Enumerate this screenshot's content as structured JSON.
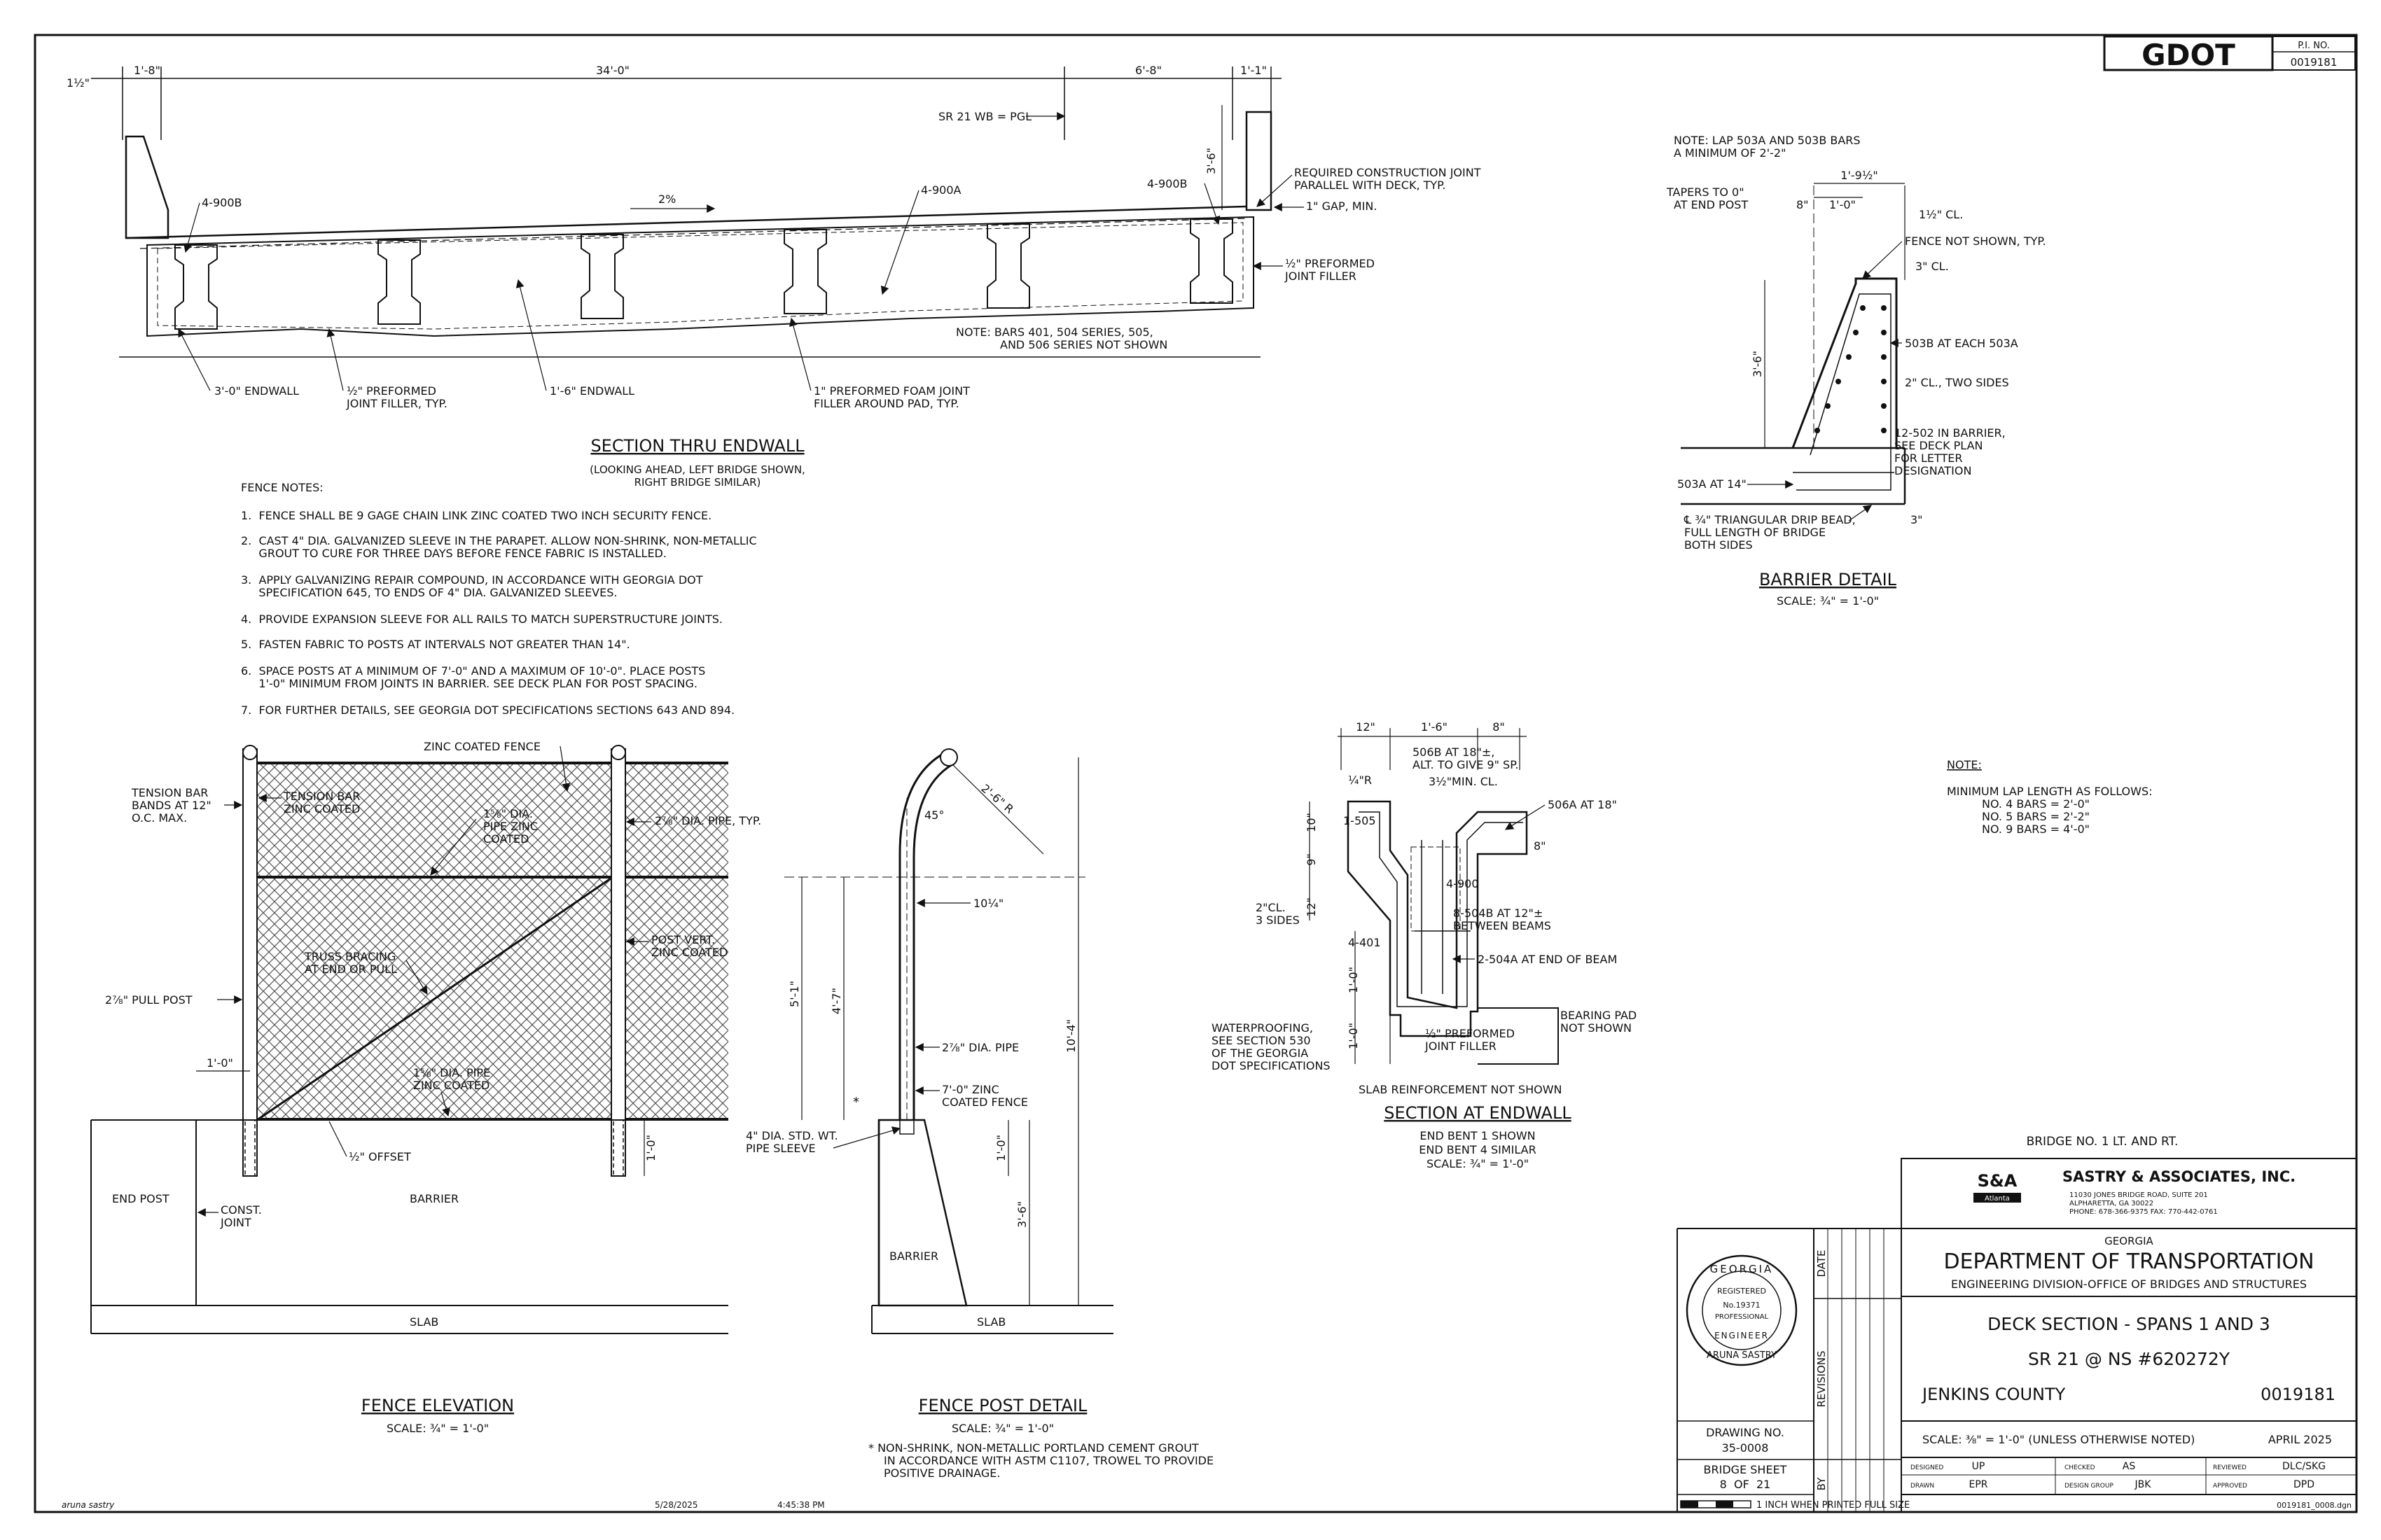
{
  "sheet": {
    "logo": "GDOT",
    "pi_label": "P.I. NO.",
    "pi_number": "0019181",
    "footer_left": "aruna sastry",
    "footer_date": "5/28/2025",
    "footer_time": "4:45:38 PM"
  },
  "section_thru_endwall": {
    "title": "SECTION THRU ENDWALL",
    "subtitle1": "(LOOKING AHEAD, LEFT BRIDGE SHOWN,",
    "subtitle2": "RIGHT BRIDGE SIMILAR)",
    "dims": [
      "1½\"",
      "1'-8\"",
      "34'-0\"",
      "6'-8\"",
      "1'-1\""
    ],
    "labels": {
      "pgl": "SR 21 WB = PGL",
      "slope": "2%",
      "beam_left": "4-900B",
      "beam_mid": "4-900A",
      "beam_right": "4-900B",
      "dim_right": "3'-6\"",
      "joint1": "REQUIRED CONSTRUCTION JOINT",
      "joint2": "PARALLEL WITH DECK, TYP.",
      "gap": "1\" GAP, MIN.",
      "filler1": "½\" PREFORMED",
      "filler2": "JOINT FILLER",
      "note1": "NOTE: BARS 401, 504 SERIES, 505,",
      "note2": "AND 506 SERIES NOT SHOWN",
      "endwall30": "3'-0\" ENDWALL",
      "pf1": "½\" PREFORMED",
      "pf2": "JOINT FILLER, TYP.",
      "endwall16": "1'-6\" ENDWALL",
      "foam1": "1\" PREFORMED FOAM JOINT",
      "foam2": "FILLER AROUND PAD, TYP."
    }
  },
  "fence_notes": {
    "heading": "FENCE NOTES:",
    "lines": [
      "1.  FENCE SHALL BE 9 GAGE CHAIN LINK ZINC COATED TWO INCH SECURITY FENCE.",
      "2.  CAST 4\" DIA. GALVANIZED SLEEVE IN THE PARAPET. ALLOW NON-SHRINK, NON-METALLIC",
      "     GROUT TO CURE FOR THREE DAYS BEFORE FENCE FABRIC IS INSTALLED.",
      "3.  APPLY GALVANIZING REPAIR COMPOUND, IN ACCORDANCE WITH GEORGIA DOT",
      "     SPECIFICATION 645, TO ENDS OF 4\" DIA. GALVANIZED SLEEVES.",
      "4.  PROVIDE EXPANSION SLEEVE FOR ALL RAILS TO MATCH SUPERSTRUCTURE JOINTS.",
      "5.  FASTEN FABRIC TO POSTS AT INTERVALS NOT GREATER THAN 14\".",
      "6.  SPACE POSTS AT A MINIMUM OF 7'-0\" AND A MAXIMUM OF 10'-0\". PLACE POSTS",
      "     1'-0\" MINIMUM FROM JOINTS IN BARRIER. SEE DECK PLAN FOR POST SPACING.",
      "7.  FOR FURTHER DETAILS, SEE GEORGIA DOT SPECIFICATIONS SECTIONS 643 AND 894."
    ]
  },
  "fence_elevation": {
    "title": "FENCE ELEVATION",
    "scale": "SCALE: ¾\" = 1'-0\"",
    "labels": {
      "zinc_fence": "ZINC COATED FENCE",
      "tb1": "TENSION BAR",
      "tb2": "BANDS AT 12\"",
      "tb3": "O.C. MAX.",
      "tbz1": "TENSION BAR",
      "tbz2": "ZINC COATED",
      "pipe1": "1⅝\" DIA.",
      "pipe2": "PIPE ZINC",
      "pipe3": "COATED",
      "pipe_typ": "2⅞\" DIA. PIPE, TYP.",
      "truss1": "TRUSS BRACING",
      "truss2": "AT END OR PULL",
      "pv1": "POST VERT.",
      "pv2": "ZINC COATED",
      "pull_post": "2⅞\" PULL POST",
      "dim10": "1'-0\"",
      "lp1": "1⅝\" DIA. PIPE",
      "lp2": "ZINC COATED",
      "offset": "½\" OFFSET",
      "end_post": "END POST",
      "cj1": "CONST.",
      "cj2": "JOINT",
      "barrier": "BARRIER",
      "slab": "SLAB",
      "dimv": "1'-0\""
    }
  },
  "fence_post_detail": {
    "title": "FENCE POST DETAIL",
    "scale": "SCALE: ¾\" = 1'-0\"",
    "labels": {
      "radius": "2'-6\" R",
      "angle": "45°",
      "d1014": "10¼\"",
      "d51": "5'-1\"",
      "d47": "4'-7\"",
      "d104": "10'-4\"",
      "pipe": "2⅞\" DIA. PIPE",
      "zinc1": "7'-0\" ZINC",
      "zinc2": "COATED FENCE",
      "sleeve1": "4\" DIA. STD. WT.",
      "sleeve2": "PIPE SLEEVE",
      "d10": "1'-0\"",
      "d36": "3'-6\"",
      "barrier": "BARRIER",
      "slab": "SLAB",
      "footnote1": "* NON-SHRINK, NON-METALLIC PORTLAND CEMENT GROUT",
      "footnote2": "IN ACCORDANCE WITH ASTM C1107, TROWEL TO PROVIDE",
      "footnote3": "POSITIVE DRAINAGE."
    }
  },
  "section_at_endwall": {
    "title": "SECTION AT ENDWALL",
    "sub1": "END BENT 1 SHOWN",
    "sub2": "END BENT 4 SIMILAR",
    "scale": "SCALE: ¾\" = 1'-0\"",
    "labels": {
      "d12": "12\"",
      "d16": "1'-6\"",
      "d8": "8\"",
      "b506b1": "506B AT 18\"±,",
      "b506b2": "ALT. TO GIVE 9\" SP.",
      "r14": "¼\"R",
      "mincl": "3½\"MIN. CL.",
      "b506a": "506A AT 18\"",
      "b505": "1-505",
      "d10v": "10\"",
      "d9": "9\"",
      "d8b": "8\"",
      "b4900": "4-900",
      "cl1": "2\"CL.",
      "cl2": "3 SIDES",
      "d12v": "12\"",
      "b504b1": "8-504B AT 12\"±",
      "b504b2": "BETWEEN BEAMS",
      "b401": "4-401",
      "b504a": "2-504A AT END OF BEAM",
      "d10a": "1'-0\"",
      "d10b": "1'-0\"",
      "wp1": "WATERPROOFING,",
      "wp2": "SEE SECTION 530",
      "wp3": "OF THE GEORGIA",
      "wp4": "DOT SPECIFICATIONS",
      "pf1": "½\" PREFORMED",
      "pf2": "JOINT FILLER",
      "bp1": "BEARING PAD",
      "bp2": "NOT SHOWN",
      "slabnote": "SLAB REINFORCEMENT NOT SHOWN"
    }
  },
  "barrier_detail": {
    "title": "BARRIER DETAIL",
    "scale": "SCALE: ¾\" = 1'-0\"",
    "labels": {
      "note1": "NOTE: LAP 503A AND 503B BARS",
      "note2": "A MINIMUM OF 2'-2\"",
      "d1912": "1'-9½\"",
      "tap1": "TAPERS TO 0\"",
      "tap2": "AT END POST",
      "d8": "8\"",
      "d10": "1'-0\"",
      "cl15": "1½\" CL.",
      "fence": "FENCE NOT SHOWN, TYP.",
      "cl3": "3\" CL.",
      "b503b": "503B AT EACH 503A",
      "d36": "3'-6\"",
      "cl2": "2\" CL., TWO SIDES",
      "b502a": "12-502 IN BARRIER,",
      "b502b": "SEE DECK PLAN",
      "b502c": "FOR LETTER",
      "b502d": "DESIGNATION",
      "b503a": "503A AT 14\"",
      "drip1": "℄ ¾\" TRIANGULAR DRIP BEAD,",
      "drip2": "FULL LENGTH OF BRIDGE",
      "drip3": "BOTH SIDES",
      "d3": "3\""
    }
  },
  "lap_note": {
    "heading": "NOTE:",
    "line1": "MINIMUM LAP LENGTH AS FOLLOWS:",
    "line2": "NO. 4 BARS = 2'-0\"",
    "line3": "NO. 5 BARS = 2'-2\"",
    "line4": "NO. 9 BARS = 4'-0\""
  },
  "title_block": {
    "bridge": "BRIDGE NO. 1 LT. AND RT.",
    "firm_short": "S&A",
    "firm_city": "Atlanta",
    "firm": "SASTRY & ASSOCIATES, INC.",
    "addr1": "11030 JONES BRIDGE ROAD, SUITE 201",
    "addr2": "ALPHARETTA, GA  30022",
    "addr3": "PHONE: 678-366-9375      FAX: 770-442-0761",
    "state": "GEORGIA",
    "dept": "DEPARTMENT OF TRANSPORTATION",
    "division": "ENGINEERING DIVISION-OFFICE OF BRIDGES AND STRUCTURES",
    "title1": "DECK SECTION - SPANS 1 AND 3",
    "title2": "SR 21 @ NS #620272Y",
    "county": "JENKINS COUNTY",
    "number": "0019181",
    "scale": "SCALE: ⅜\" = 1'-0\" (UNLESS OTHERWISE NOTED)",
    "date": "APRIL 2025",
    "date_label": "DATE",
    "revisions_label": "REVISIONS",
    "by_label": "BY",
    "drawing_no_label": "DRAWING NO.",
    "drawing_no": "35-0008",
    "sheet_label": "BRIDGE SHEET",
    "sheet": "8  OF  21",
    "seal_top": "GEORGIA",
    "seal_reg": "REGISTERED",
    "seal_no": "No.19371",
    "seal_prof": "PROFESSIONAL",
    "seal_eng": "ENGINEER",
    "seal_name": "ARUNA SASTRY",
    "designed_label": "DESIGNED",
    "designed": "UP",
    "checked_label": "CHECKED",
    "checked": "AS",
    "reviewed_label": "REVIEWED",
    "reviewed": "DLC/SKG",
    "drawn_label": "DRAWN",
    "drawn": "EPR",
    "group_label": "DESIGN GROUP",
    "group": "JBK",
    "approved_label": "APPROVED",
    "approved": "DPD",
    "scale_bar": "1 INCH WHEN PRINTED FULL SIZE",
    "file": "0019181_0008.dgn"
  }
}
